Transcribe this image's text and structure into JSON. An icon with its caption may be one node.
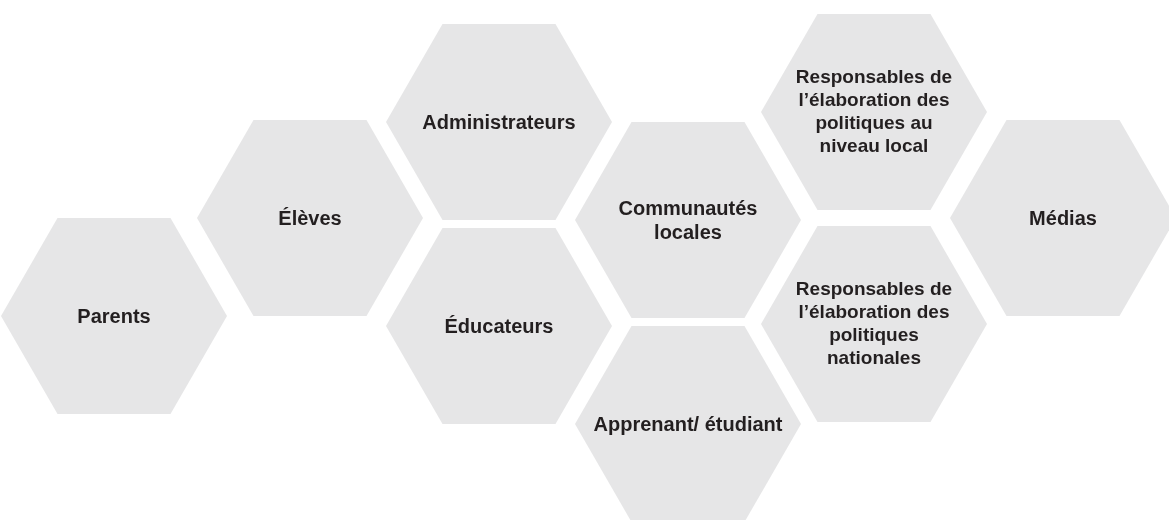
{
  "diagram": {
    "nodes": [
      {
        "text": [
          "Parents"
        ]
      },
      {
        "text": [
          "Élèves"
        ]
      },
      {
        "text": [
          "Administrateurs"
        ]
      },
      {
        "text": [
          "Éducateurs"
        ]
      },
      {
        "text": [
          "Communautés locales"
        ]
      },
      {
        "text": [
          "Apprenant/ étudiant"
        ]
      },
      {
        "text": [
          "Responsables de l’élaboration des politiques au niveau local"
        ]
      },
      {
        "text": [
          "Responsables de l’élaboration des politiques nationales"
        ]
      },
      {
        "text": [
          "Médias"
        ]
      }
    ]
  }
}
